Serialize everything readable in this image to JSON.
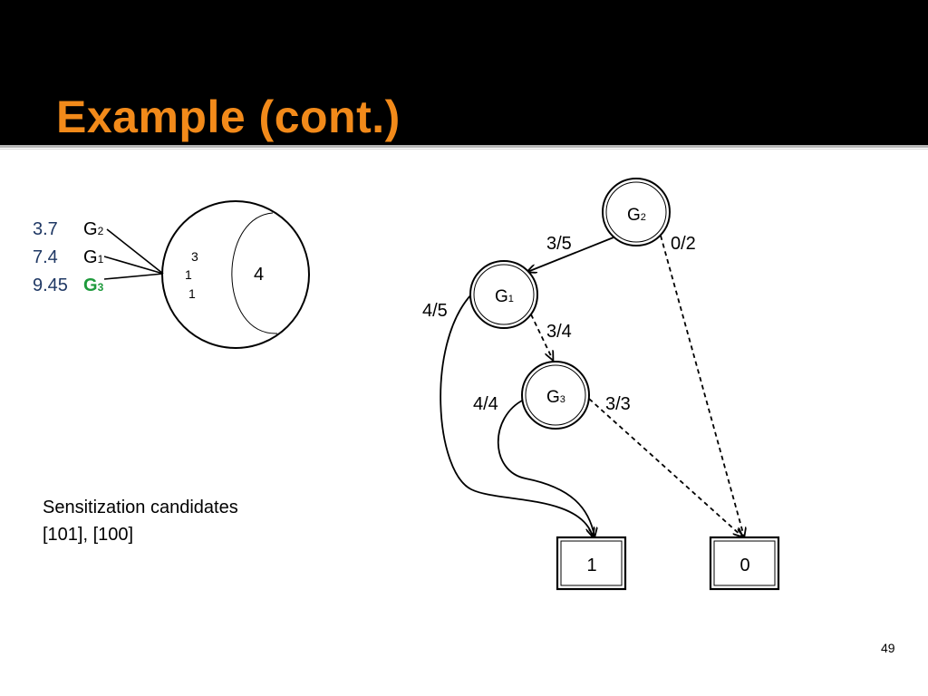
{
  "slide": {
    "title": "Example (cont.)",
    "page_number": "49"
  },
  "gate_list": [
    {
      "value": "3.7",
      "gate": "G",
      "sub": "2",
      "highlight": false
    },
    {
      "value": "7.4",
      "gate": "G",
      "sub": "1",
      "highlight": false
    },
    {
      "value": "9.45",
      "gate": "G",
      "sub": "3",
      "highlight": true
    }
  ],
  "circle": {
    "left_values": [
      "3",
      "1",
      "1"
    ],
    "right_value": "4"
  },
  "graph": {
    "nodes": {
      "g2": {
        "label": "G",
        "sub": "2"
      },
      "g1": {
        "label": "G",
        "sub": "1"
      },
      "g3": {
        "label": "G",
        "sub": "3"
      }
    },
    "terminals": {
      "one": "1",
      "zero": "0"
    },
    "edge_labels": {
      "g2_g1": "3/5",
      "g2_zero": "0/2",
      "g1_one": "4/5",
      "g1_g3": "3/4",
      "g3_one": "4/4",
      "g3_zero": "3/3"
    }
  },
  "candidates": {
    "line1": "Sensitization candidates",
    "line2": "[101], [100]"
  },
  "colors": {
    "title": "#f28a1a",
    "value_text": "#1f3864",
    "highlight_gate": "#1e9a3c",
    "header_bg": "#000000"
  }
}
